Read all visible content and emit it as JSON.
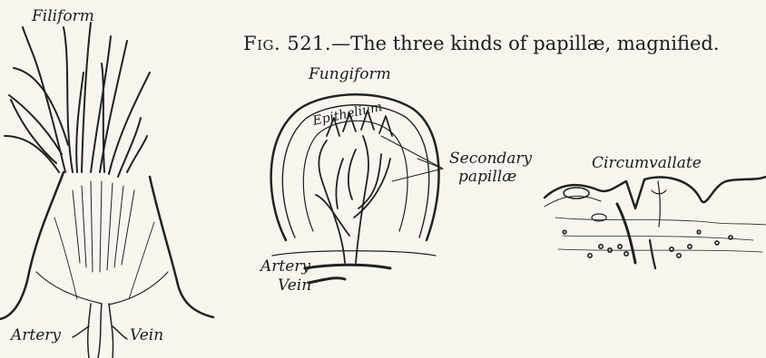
{
  "figure": {
    "number": "Fig. 521.",
    "title": "—The three kinds of papillæ, magnified."
  },
  "labels": {
    "filiform": "Filiform",
    "filiform_artery": "Artery",
    "filiform_vein": "Vein",
    "fungiform": "Fungiform",
    "epithelium": "Epithelium",
    "secondary_papillae_1": "Secondary",
    "secondary_papillae_2": "papillæ",
    "fungiform_artery": "Artery",
    "fungiform_vein": "Vein",
    "circumvallate": "Circumvallate"
  }
}
